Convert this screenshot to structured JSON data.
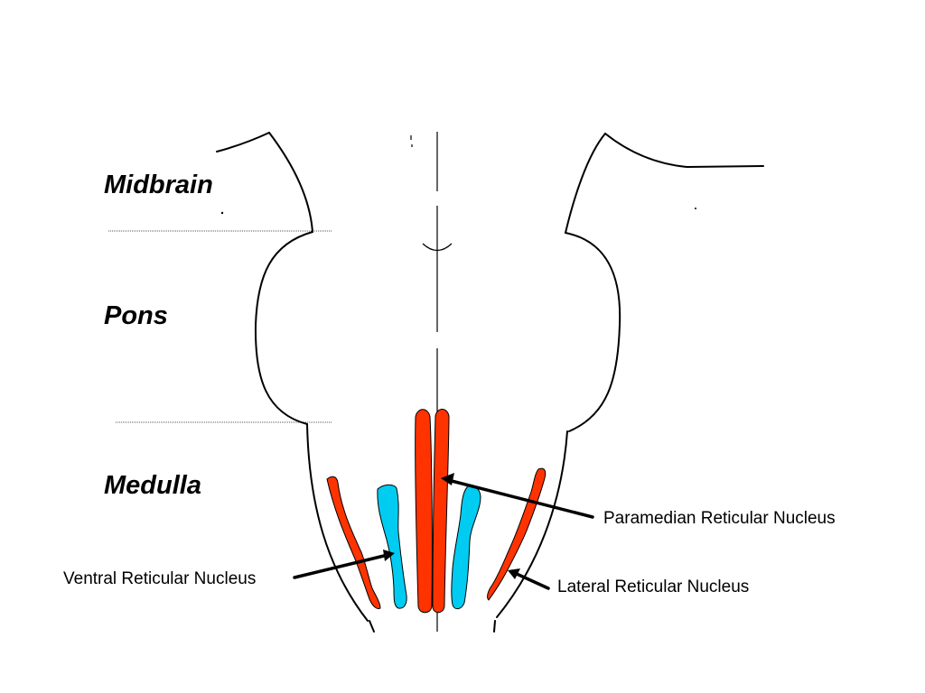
{
  "regions": {
    "midbrain": "Midbrain",
    "pons": "Pons",
    "medulla": "Medulla"
  },
  "nuclei": {
    "paramedian": "Paramedian Reticular Nucleus",
    "ventral": "Ventral Reticular Nucleus",
    "lateral": "Lateral Reticular Nucleus"
  },
  "colors": {
    "red_nucleus_fill": "#ff3300",
    "blue_nucleus_fill": "#00ccf2",
    "outline": "#000000"
  }
}
